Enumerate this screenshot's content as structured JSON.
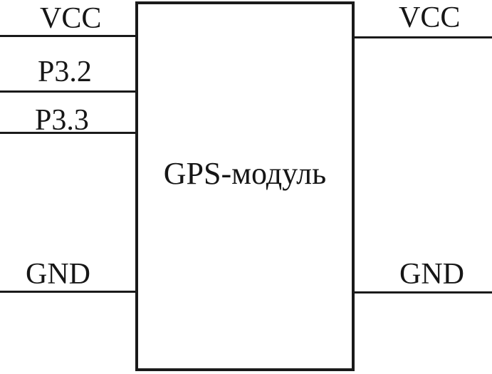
{
  "diagram": {
    "block": {
      "title": "GPS-модуль"
    },
    "left_pins": [
      {
        "label": "VCC"
      },
      {
        "label": "P3.2"
      },
      {
        "label": "P3.3"
      },
      {
        "label": "GND"
      }
    ],
    "right_pins": [
      {
        "label": "VCC"
      },
      {
        "label": "GND"
      }
    ],
    "colors": {
      "line": "#1a1a1a",
      "text": "#161616",
      "background": "#ffffff"
    }
  }
}
